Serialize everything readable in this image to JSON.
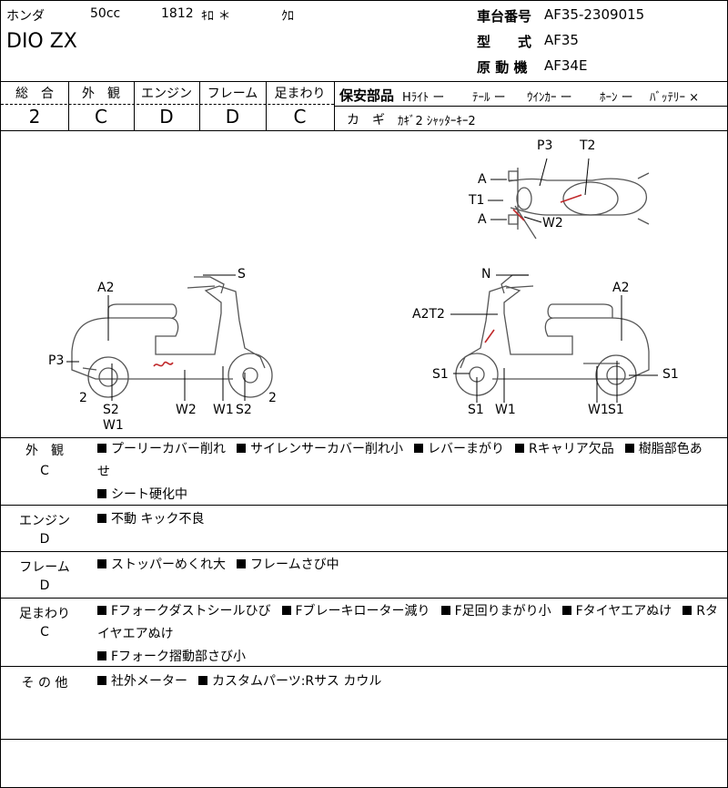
{
  "header": {
    "maker": "ホンダ",
    "cc": "50cc",
    "number": "1812",
    "color_code": "ｷﾛ ＊",
    "color": "ｸﾛ",
    "model": "DIO ZX",
    "frame_label": "車台番号",
    "frame_value": "AF35-2309015",
    "type_label": "型　　式",
    "type_value": "AF35",
    "engine_label": "原 動 機",
    "engine_value": "AF34E"
  },
  "grades": {
    "headers": [
      "総　合",
      "外　観",
      "エンジン",
      "フレーム",
      "足まわり"
    ],
    "values": [
      "2",
      "C",
      "D",
      "D",
      "C"
    ]
  },
  "parts": {
    "label": "保安部品",
    "items": [
      "Hﾗｲﾄ ー",
      "ﾃｰﾙ ー",
      "ｳｲﾝｶｰ ー",
      "ﾎｰﾝ ー",
      "ﾊﾞｯﾃﾘｰ ×"
    ],
    "key_label": "カ　ギ",
    "key_value": "ｶｷﾞ2 ｼｬｯﾀｰｷｰ2"
  },
  "diagram": {
    "top": {
      "p3": "P3",
      "t2": "T2",
      "a_upper": "A",
      "t1": "T1",
      "a_lower": "A",
      "w2": "W2"
    },
    "left": {
      "s": "S",
      "a2": "A2",
      "p3": "P3",
      "num_left": "2",
      "s2_left": "S2",
      "w1_left": "W1",
      "w2": "W2",
      "w1_right": "W1",
      "s2_right": "S2",
      "num_right": "2"
    },
    "right": {
      "n": "N",
      "a2": "A2",
      "a2t2": "A2T2",
      "s1_left": "S1",
      "s1_right": "S1",
      "s1_bottom_left": "S1",
      "w1_left": "W1",
      "w1_right": "W1",
      "s1_bottom_right": "S1"
    }
  },
  "sections": [
    {
      "label": "外　観",
      "grade": "C",
      "items": [
        "プーリーカバー削れ",
        "サイレンサーカバー削れ小",
        "レバーまがり",
        "Rキャリア欠品",
        "樹脂部色あせ",
        "シート硬化中"
      ]
    },
    {
      "label": "エンジン",
      "grade": "D",
      "items": [
        "不動 キック不良"
      ]
    },
    {
      "label": "フレーム",
      "grade": "D",
      "items": [
        "ストッパーめくれ大",
        "フレームさび中"
      ]
    },
    {
      "label": "足まわり",
      "grade": "C",
      "items": [
        "Fフォークダストシールひび",
        "Fブレーキローター減り",
        "F足回りまがり小",
        "Fタイヤエアぬけ",
        "Rタイヤエアぬけ",
        "Fフォーク摺動部さび小"
      ]
    },
    {
      "label": "そ の 他",
      "grade": "",
      "items": [
        "社外メーター",
        "カスタムパーツ:Rサス カウル"
      ]
    }
  ]
}
